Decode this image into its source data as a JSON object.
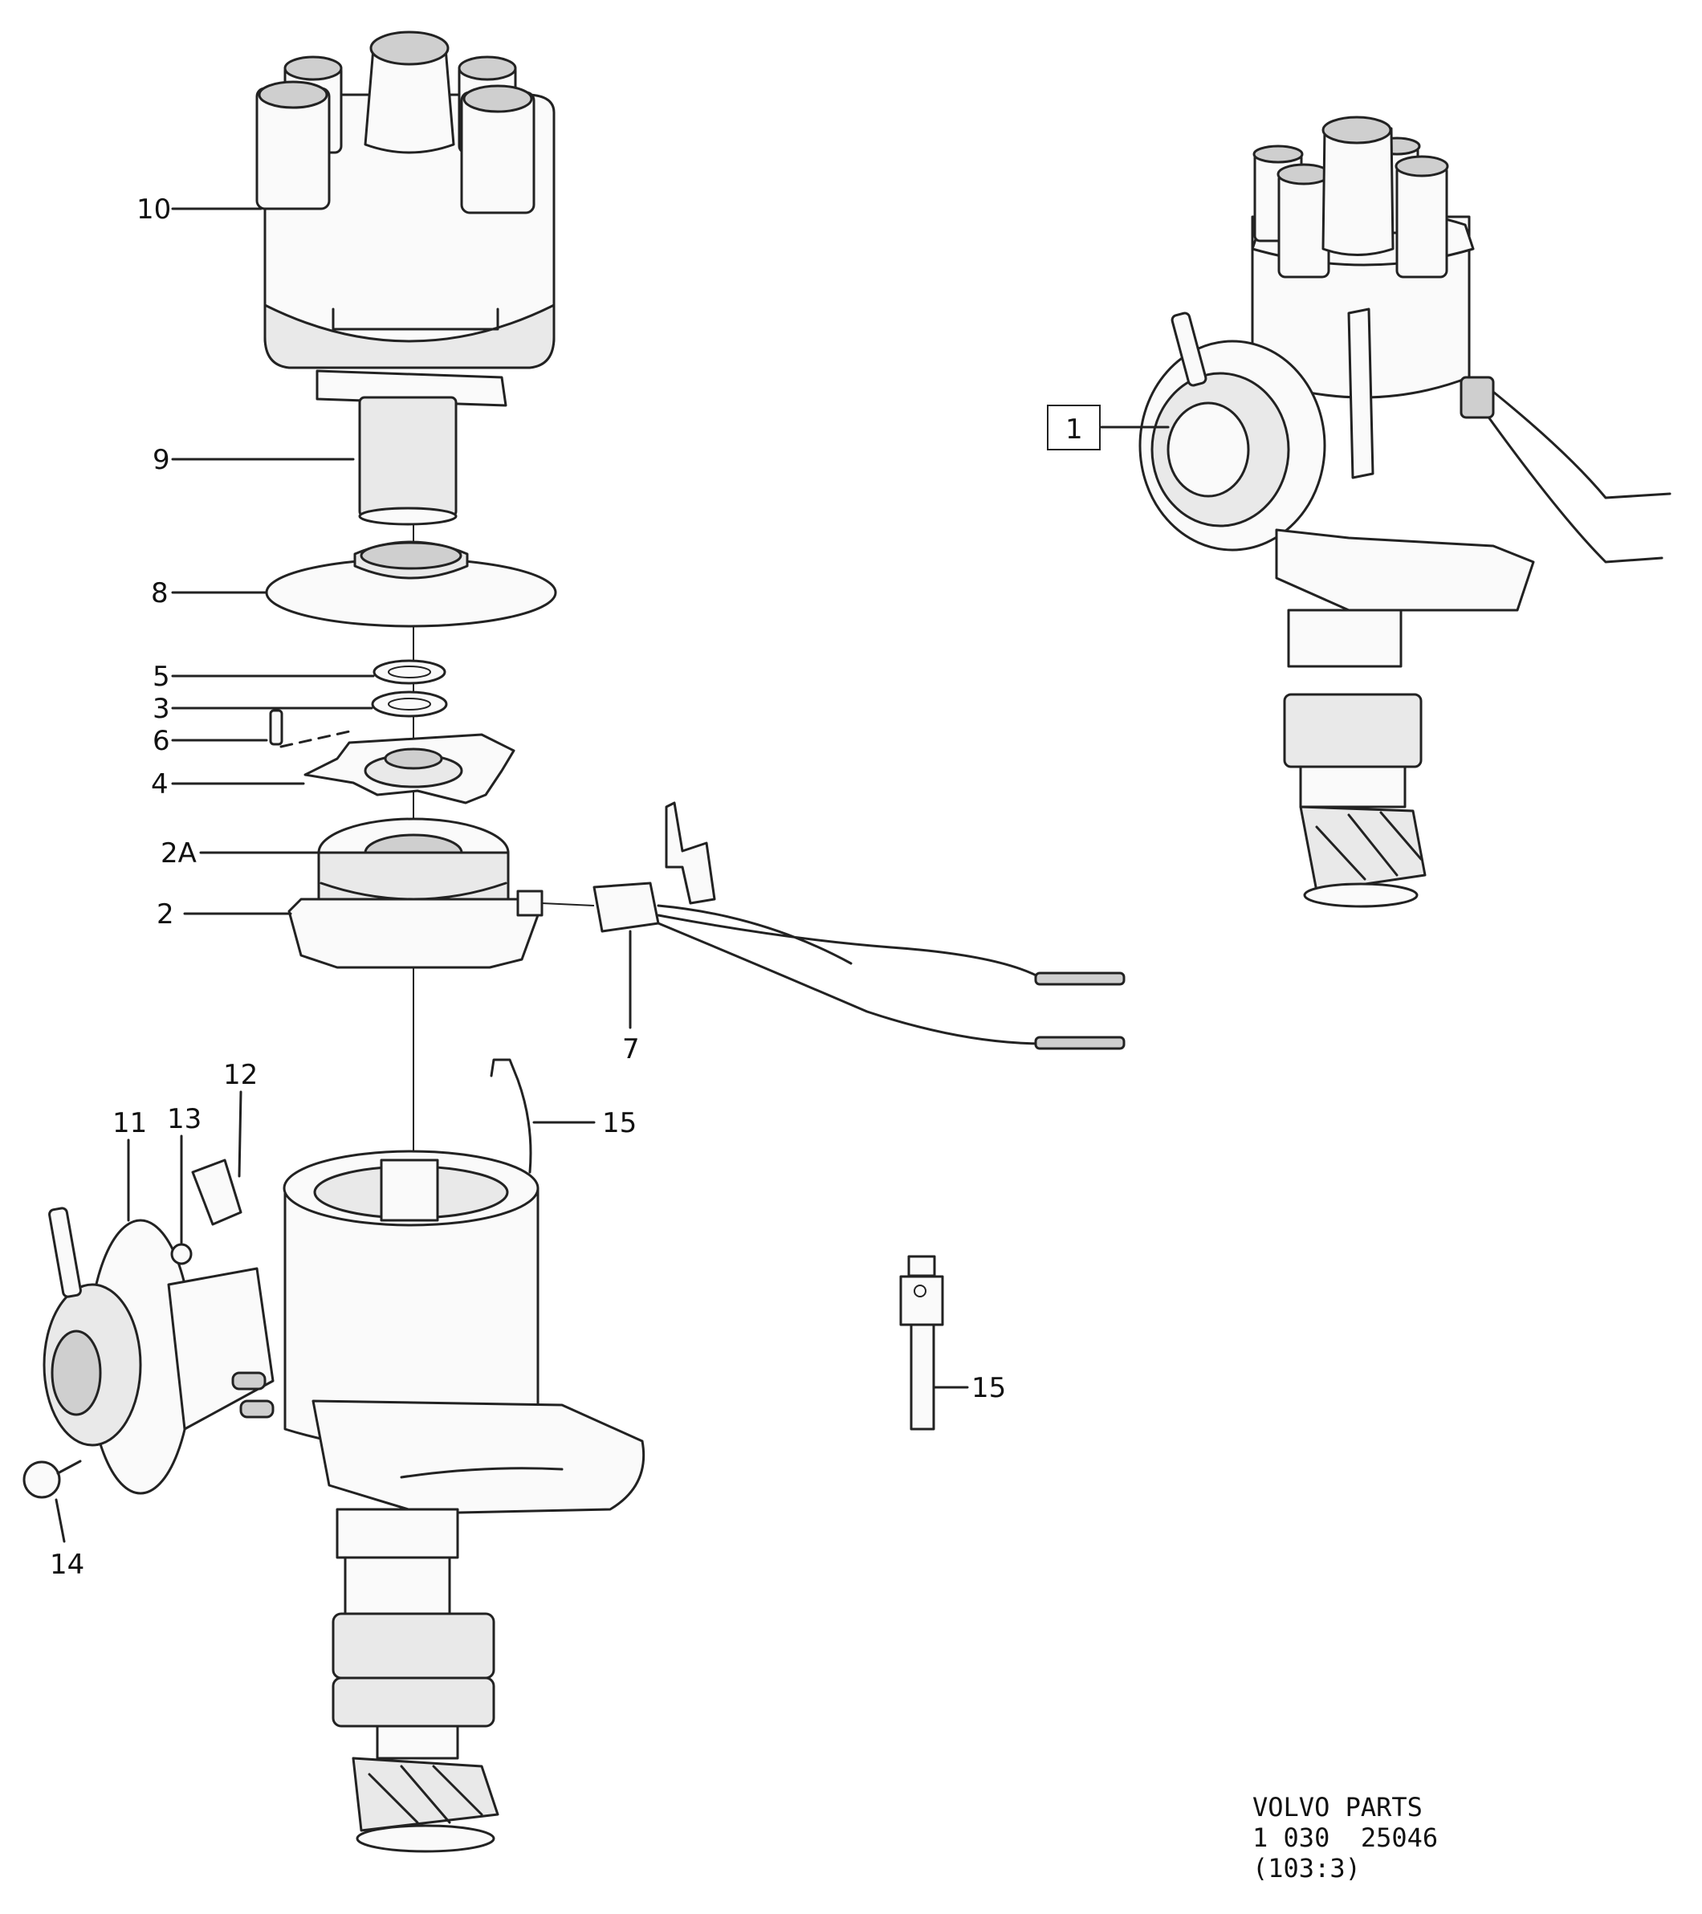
{
  "callouts": {
    "c10": "10",
    "c9": "9",
    "c8": "8",
    "c5": "5",
    "c3": "3",
    "c6": "6",
    "c4": "4",
    "c2a": "2A",
    "c2": "2",
    "c7": "7",
    "c15a": "15",
    "c12": "12",
    "c11": "11",
    "c13": "13",
    "c14": "14",
    "c1": "1",
    "c15b": "15"
  },
  "footer": {
    "line1": "VOLVO PARTS",
    "line2": "1 030  25046",
    "line3": "(103:3)"
  }
}
